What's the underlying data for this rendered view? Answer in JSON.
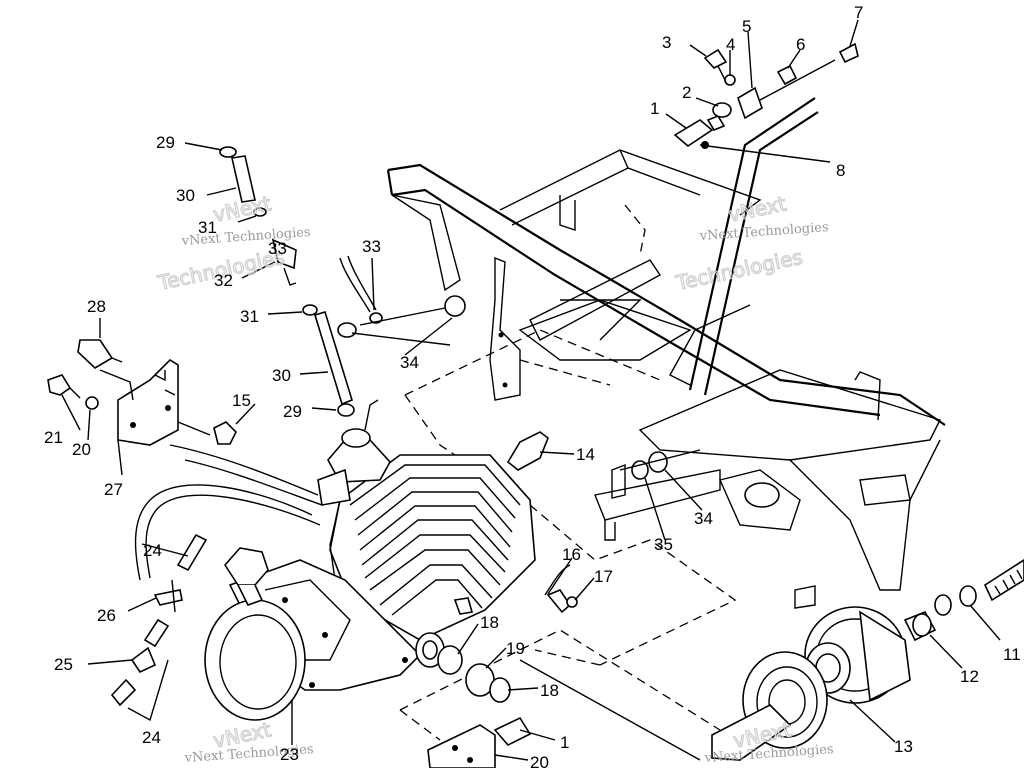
{
  "callouts": [
    {
      "id": "c1a",
      "text": "1"
    },
    {
      "id": "c1b",
      "text": "1"
    },
    {
      "id": "c2",
      "text": "2"
    },
    {
      "id": "c3",
      "text": "3"
    },
    {
      "id": "c4",
      "text": "4"
    },
    {
      "id": "c5",
      "text": "5"
    },
    {
      "id": "c6",
      "text": "6"
    },
    {
      "id": "c7",
      "text": "7"
    },
    {
      "id": "c8",
      "text": "8"
    },
    {
      "id": "c11",
      "text": "11"
    },
    {
      "id": "c12",
      "text": "12"
    },
    {
      "id": "c13",
      "text": "13"
    },
    {
      "id": "c14",
      "text": "14"
    },
    {
      "id": "c15",
      "text": "15"
    },
    {
      "id": "c16",
      "text": "16"
    },
    {
      "id": "c17",
      "text": "17"
    },
    {
      "id": "c18a",
      "text": "18"
    },
    {
      "id": "c18b",
      "text": "18"
    },
    {
      "id": "c19",
      "text": "19"
    },
    {
      "id": "c20a",
      "text": "20"
    },
    {
      "id": "c20b",
      "text": "20"
    },
    {
      "id": "c21",
      "text": "21"
    },
    {
      "id": "c23",
      "text": "23"
    },
    {
      "id": "c24a",
      "text": "24"
    },
    {
      "id": "c24b",
      "text": "24"
    },
    {
      "id": "c25",
      "text": "25"
    },
    {
      "id": "c26",
      "text": "26"
    },
    {
      "id": "c27",
      "text": "27"
    },
    {
      "id": "c28",
      "text": "28"
    },
    {
      "id": "c29a",
      "text": "29"
    },
    {
      "id": "c29b",
      "text": "29"
    },
    {
      "id": "c30a",
      "text": "30"
    },
    {
      "id": "c30b",
      "text": "30"
    },
    {
      "id": "c31a",
      "text": "31"
    },
    {
      "id": "c31b",
      "text": "31"
    },
    {
      "id": "c32",
      "text": "32"
    },
    {
      "id": "c33a",
      "text": "33"
    },
    {
      "id": "c33b",
      "text": "33"
    },
    {
      "id": "c34a",
      "text": "34"
    },
    {
      "id": "c34b",
      "text": "34"
    },
    {
      "id": "c35",
      "text": "35"
    }
  ],
  "watermark": {
    "brand": "vNext",
    "brand_small": "vNext Technologies",
    "brand_large": "Technologies"
  }
}
